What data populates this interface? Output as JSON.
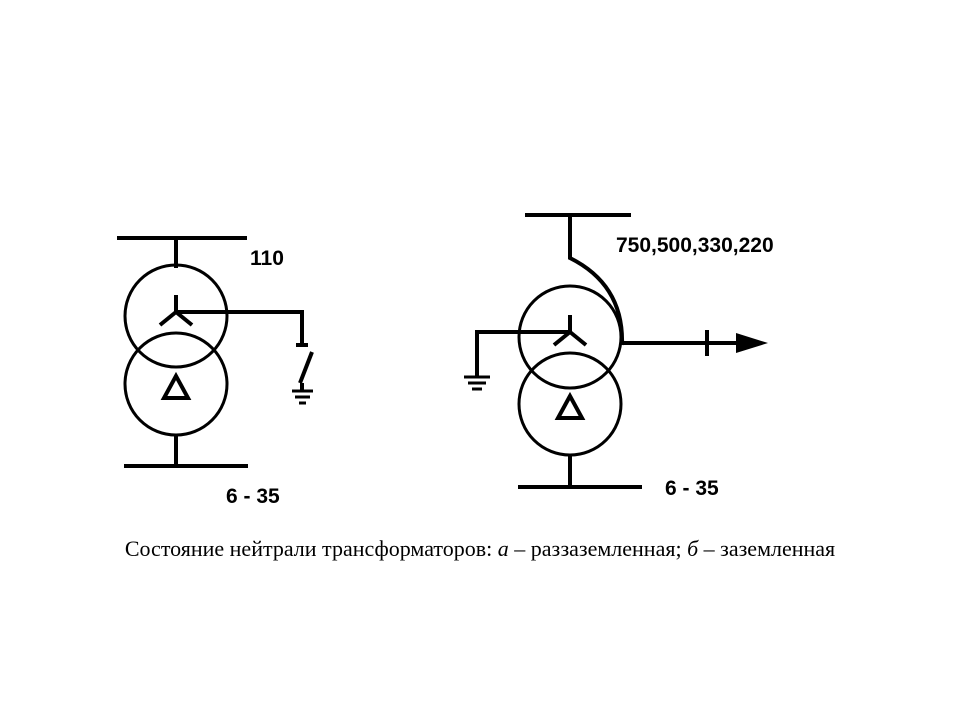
{
  "diagram_a": {
    "hv_voltage": "110",
    "lv_voltage": "6 - 35"
  },
  "diagram_b": {
    "hv_voltage": "750,500,330,220",
    "lv_voltage": "6 - 35"
  },
  "caption": {
    "prefix": "Состояние нейтрали трансформаторов: ",
    "mark_a": "а",
    "text_a": " – раззаземленная; ",
    "mark_b": "б",
    "text_b": " – заземленная"
  }
}
